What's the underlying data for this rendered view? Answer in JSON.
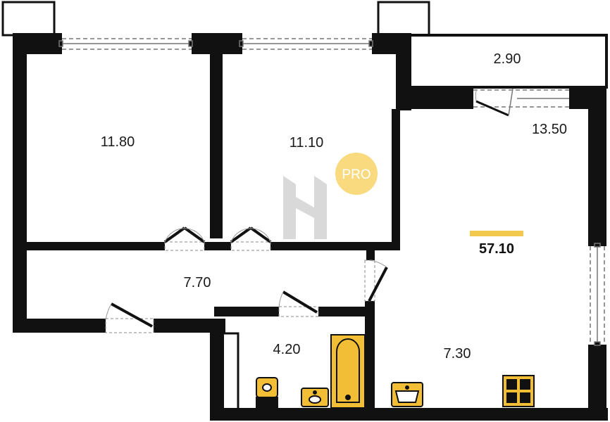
{
  "colors": {
    "wall": "#111111",
    "fixture": "#F2BE35",
    "accent_bar": "#F2C94C",
    "badge": "#F9DA7E",
    "logo": "#D9D9D9"
  },
  "rooms": [
    {
      "id": "room-1",
      "area": "11.80"
    },
    {
      "id": "room-2",
      "area": "11.10"
    },
    {
      "id": "balcony",
      "area": "2.90"
    },
    {
      "id": "kitchen-living",
      "area": "13.50"
    },
    {
      "id": "hallway",
      "area": "7.70"
    },
    {
      "id": "bathroom",
      "area": "4.20"
    },
    {
      "id": "kitchen",
      "area": "7.30"
    }
  ],
  "total_area": "57.10",
  "watermark": {
    "badge_text": "PRO",
    "logo_icon": "h-logo-icon"
  }
}
